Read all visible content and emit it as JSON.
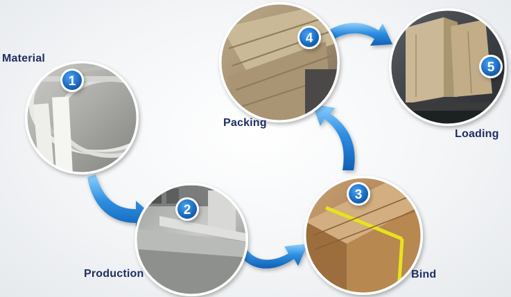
{
  "steps": [
    {
      "number": "1",
      "label": "Material"
    },
    {
      "number": "2",
      "label": "Production"
    },
    {
      "number": "3",
      "label": "Bind"
    },
    {
      "number": "4",
      "label": "Packing"
    },
    {
      "number": "5",
      "label": "Loading"
    }
  ],
  "colors": {
    "label_text": "#1f2d63",
    "badge_fill": "#1f6fc4",
    "arrow_blue": "#2f8fe0",
    "arrow_light": "#8fd0ff"
  },
  "icons": [
    "material-photo",
    "production-photo",
    "bind-photo",
    "packing-photo",
    "loading-photo",
    "curved-arrow-icon"
  ]
}
